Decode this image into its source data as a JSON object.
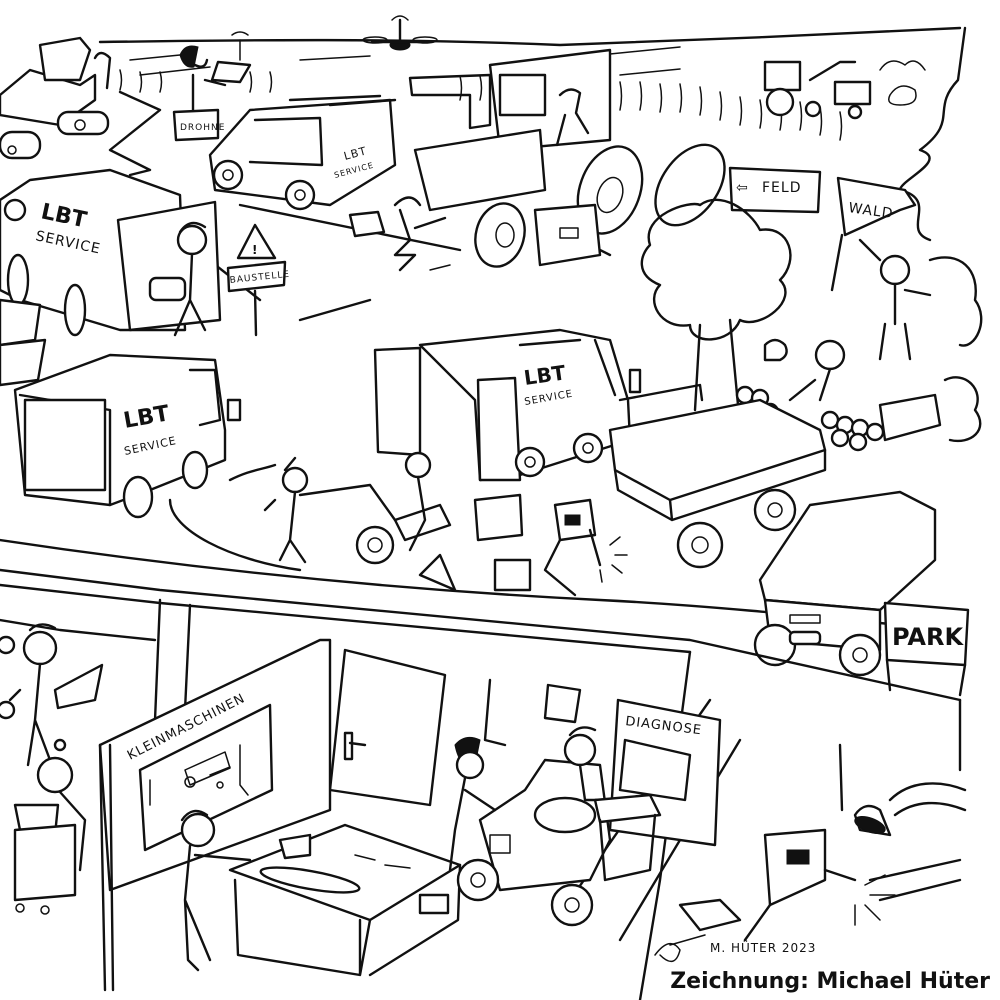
{
  "illustration": {
    "signs": {
      "drone": "DROHNE",
      "construction": "BAUSTELLE",
      "field": "FELD",
      "field_arrow": "⇦",
      "forest": "WALD",
      "park": "PARK",
      "small_machines": "KLEINMASCHINEN",
      "diagnosis": "DIAGNOSE"
    },
    "vans": [
      {
        "brand": "LBT",
        "label": "SERVICE"
      },
      {
        "brand": "LBT",
        "label": "SERVICE"
      },
      {
        "brand": "LBT",
        "label": "SERVICE"
      },
      {
        "brand": "LBT",
        "label": "SERVICE"
      }
    ],
    "signature": "M. HÜTER 2023",
    "caption": "Zeichnung: Michael Hüter"
  }
}
